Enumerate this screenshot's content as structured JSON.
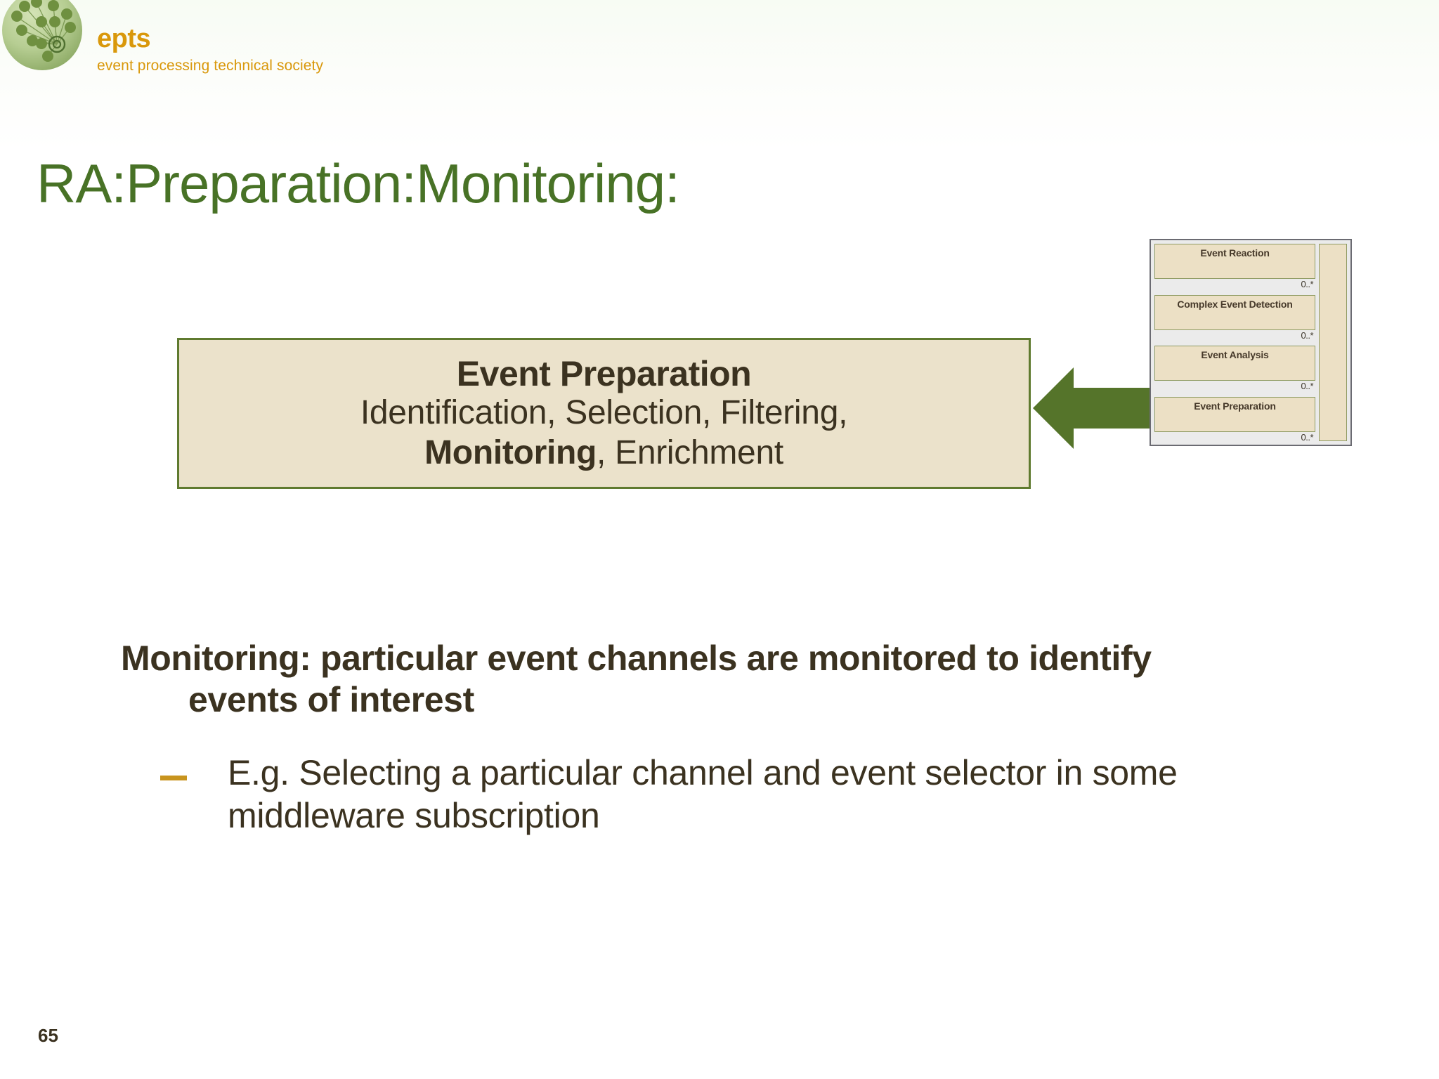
{
  "brand": {
    "logo_icon": "network-nodes-logo",
    "name": "epts",
    "tagline": "event processing technical society",
    "name_color": "#d9980b"
  },
  "title": "RA:Preparation:Monitoring:",
  "title_color": "#487226",
  "callout": {
    "heading": "Event Preparation",
    "line2": "Identification, Selection, Filtering,",
    "line3_strong": "Monitoring",
    "line3_rest": ", Enrichment",
    "fill_color": "#ebe2cb",
    "border_color": "#5f7a2f"
  },
  "arrow": {
    "icon": "left-arrow-icon",
    "direction": "left",
    "color": "#55742a"
  },
  "diagram": {
    "name": "event-processing-layers",
    "multiplicity": "0..*",
    "layers": [
      {
        "label": "Event Reaction",
        "multiplicity": "0..*"
      },
      {
        "label": "Complex Event Detection",
        "multiplicity": "0..*"
      },
      {
        "label": "Event Analysis",
        "multiplicity": "0..*"
      },
      {
        "label": "Event Preparation",
        "multiplicity": "0..*"
      }
    ],
    "side_column_label": "",
    "box_fill": "#ece0c5",
    "frame_fill": "#ebebeb"
  },
  "body": {
    "primary_line1": "Monitoring: particular event channels are monitored to identify",
    "primary_line2": "events of interest",
    "secondary_dash": "–",
    "secondary_text": "E.g. Selecting a particular channel and event selector in some middleware subscription",
    "dash_color": "#c8941e",
    "text_color": "#3b3220"
  },
  "page_number": "65"
}
